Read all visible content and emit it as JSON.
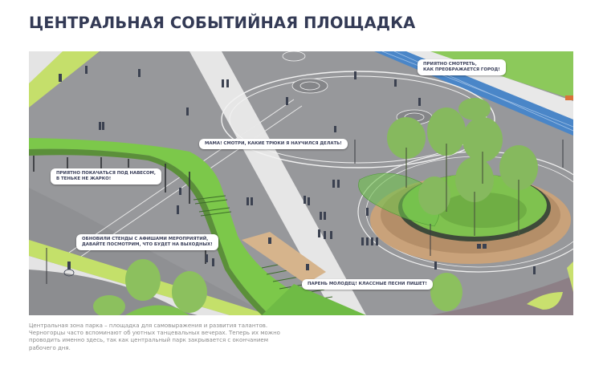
{
  "page": {
    "title": "ЦЕНТРАЛЬНАЯ СОБЫТИЙНАЯ ПЛОЩАДКА"
  },
  "illustration": {
    "description": "Isometric rendering of a central park event plaza: grey paved square with circular markings, a raised green curved walkway with steps, a circular lawn with trees surrounded by wooden amphitheatre seating, a blue running track, pedestrians and cyclists.",
    "colors": {
      "pavement": "#8e8f92",
      "pavement_light": "#a3a4a7",
      "walkway_green": "#7cc84a",
      "lawn_green": "#8fcf5a",
      "lime_strip": "#c4e06a",
      "track_blue": "#4a86c8",
      "wood": "#c9a27a",
      "plaza_mauve": "#8d7f86",
      "tree_green": "#7fb65a",
      "speckled_path": "#e6e6e6"
    },
    "bubbles": [
      {
        "id": "top-right",
        "lines": [
          "ПРИЯТНО СМОТРЕТЬ,",
          "КАК ПРЕОБРАЖАЕТСЯ ГОРОД!"
        ]
      },
      {
        "id": "center",
        "lines": [
          "МАМА! СМОТРИ, КАКИЕ ТРЮКИ Я НАУЧИЛСЯ ДЕЛАТЬ!"
        ]
      },
      {
        "id": "left",
        "lines": [
          "ПРИЯТНО ПОКАЧАТЬСЯ ПОД НАВЕСОМ,",
          "В ТЕНЬКЕ НЕ ЖАРКО!"
        ]
      },
      {
        "id": "lower-left",
        "lines": [
          "ОБНОВИЛИ СТЕНДЫ С АФИШАМИ МЕРОПРИЯТИЙ,",
          "ДАВАЙТЕ ПОСМОТРИМ, ЧТО БУДЕТ НА ВЫХОДНЫХ!"
        ]
      },
      {
        "id": "bottom",
        "lines": [
          "ПАРЕНЬ МОЛОДЕЦ! КЛАССНЫЕ ПЕСНИ ПИШЕТ!"
        ]
      }
    ]
  },
  "caption": {
    "lines": [
      "Центральная зона парка – площадка для самовыражения и развития талантов.",
      "Черногорцы часто вспоминают об уютных танцевальных вечерах. Теперь их можно",
      "проводить именно здесь, так как центральный парк закрывается с окончанием",
      "рабочего дня."
    ]
  }
}
